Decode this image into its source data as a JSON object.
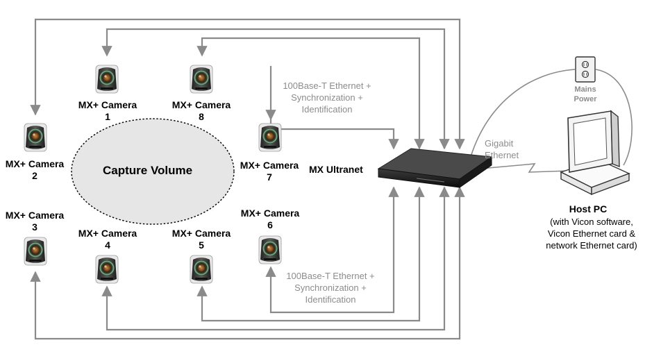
{
  "cameras": [
    {
      "label": "MX+ Camera",
      "number": "1"
    },
    {
      "label": "MX+ Camera",
      "number": "2"
    },
    {
      "label": "MX+ Camera",
      "number": "3"
    },
    {
      "label": "MX+ Camera",
      "number": "4"
    },
    {
      "label": "MX+ Camera",
      "number": "5"
    },
    {
      "label": "MX+ Camera",
      "number": "6"
    },
    {
      "label": "MX+ Camera",
      "number": "7"
    },
    {
      "label": "MX+ Camera",
      "number": "8"
    }
  ],
  "capture_volume": "Capture Volume",
  "ultranet": "MX Ultranet",
  "network_top": [
    "100Base-T Ethernet +",
    "Synchronization +",
    "Identification"
  ],
  "network_bottom": [
    "100Base-T Ethernet +",
    "Synchronization +",
    "Identification"
  ],
  "gigabit": [
    "Gigabit",
    "Ethernet"
  ],
  "mains": [
    "Mains",
    "Power"
  ],
  "host_pc": {
    "title": "Host PC",
    "details": [
      "(with Vicon software,",
      "Vicon Ethernet card &",
      "network Ethernet card)"
    ]
  },
  "colors": {
    "cable": "#8a8a8a",
    "network_text": "#8c8c8c",
    "volume_fill": "#e6e6e6",
    "camera_body": "#3b3d3a",
    "camera_ring": "#6fa07a",
    "lens": "#7a4a22"
  }
}
